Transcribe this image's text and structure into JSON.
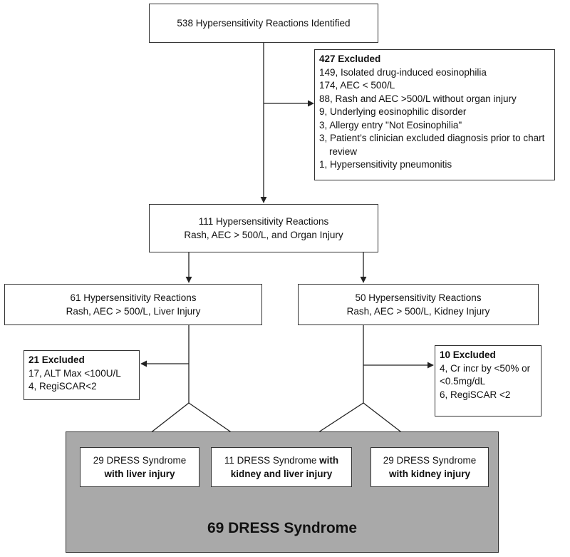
{
  "top": {
    "text": "538 Hypersensitivity Reactions Identified"
  },
  "excluded_top": {
    "header": "427 Excluded",
    "items": [
      "149, Isolated drug-induced eosinophilia",
      "174, AEC < 500/L",
      "88, Rash and AEC >500/L without organ injury",
      "9, Underlying eosinophilic disorder",
      "3, Allergy entry \"Not Eosinophilia\"",
      "3, Patient’s clinician excluded diagnosis prior to chart review",
      "1, Hypersensitivity pneumonitis"
    ]
  },
  "middle": {
    "line1": "111 Hypersensitivity Reactions",
    "line2": "Rash, AEC > 500/L, and Organ Injury"
  },
  "left_branch": {
    "line1": "61 Hypersensitivity Reactions",
    "line2": "Rash, AEC > 500/L, Liver Injury"
  },
  "right_branch": {
    "line1": "50 Hypersensitivity Reactions",
    "line2": "Rash, AEC > 500/L, Kidney Injury"
  },
  "excluded_left": {
    "header": "21 Excluded",
    "items": [
      "17, ALT Max <100U/L",
      "4, RegiSCAR<2"
    ]
  },
  "excluded_right": {
    "header": "10 Excluded",
    "items": [
      "4, Cr incr by <50% or <0.5mg/dL",
      "6, RegiSCAR <2"
    ]
  },
  "outcomes": [
    {
      "normal": "29 DRESS Syndrome",
      "bold": "with liver injury"
    },
    {
      "normal": "11 DRESS Syndrome",
      "bold_inline": " with",
      "bold": "kidney and liver injury"
    },
    {
      "normal": "29 DRESS Syndrome",
      "bold": "with kidney injury"
    }
  ],
  "total": {
    "text": "69 DRESS Syndrome"
  },
  "colors": {
    "panel_bg": "#a9a9a9",
    "border": "#333333",
    "line": "#222222"
  }
}
